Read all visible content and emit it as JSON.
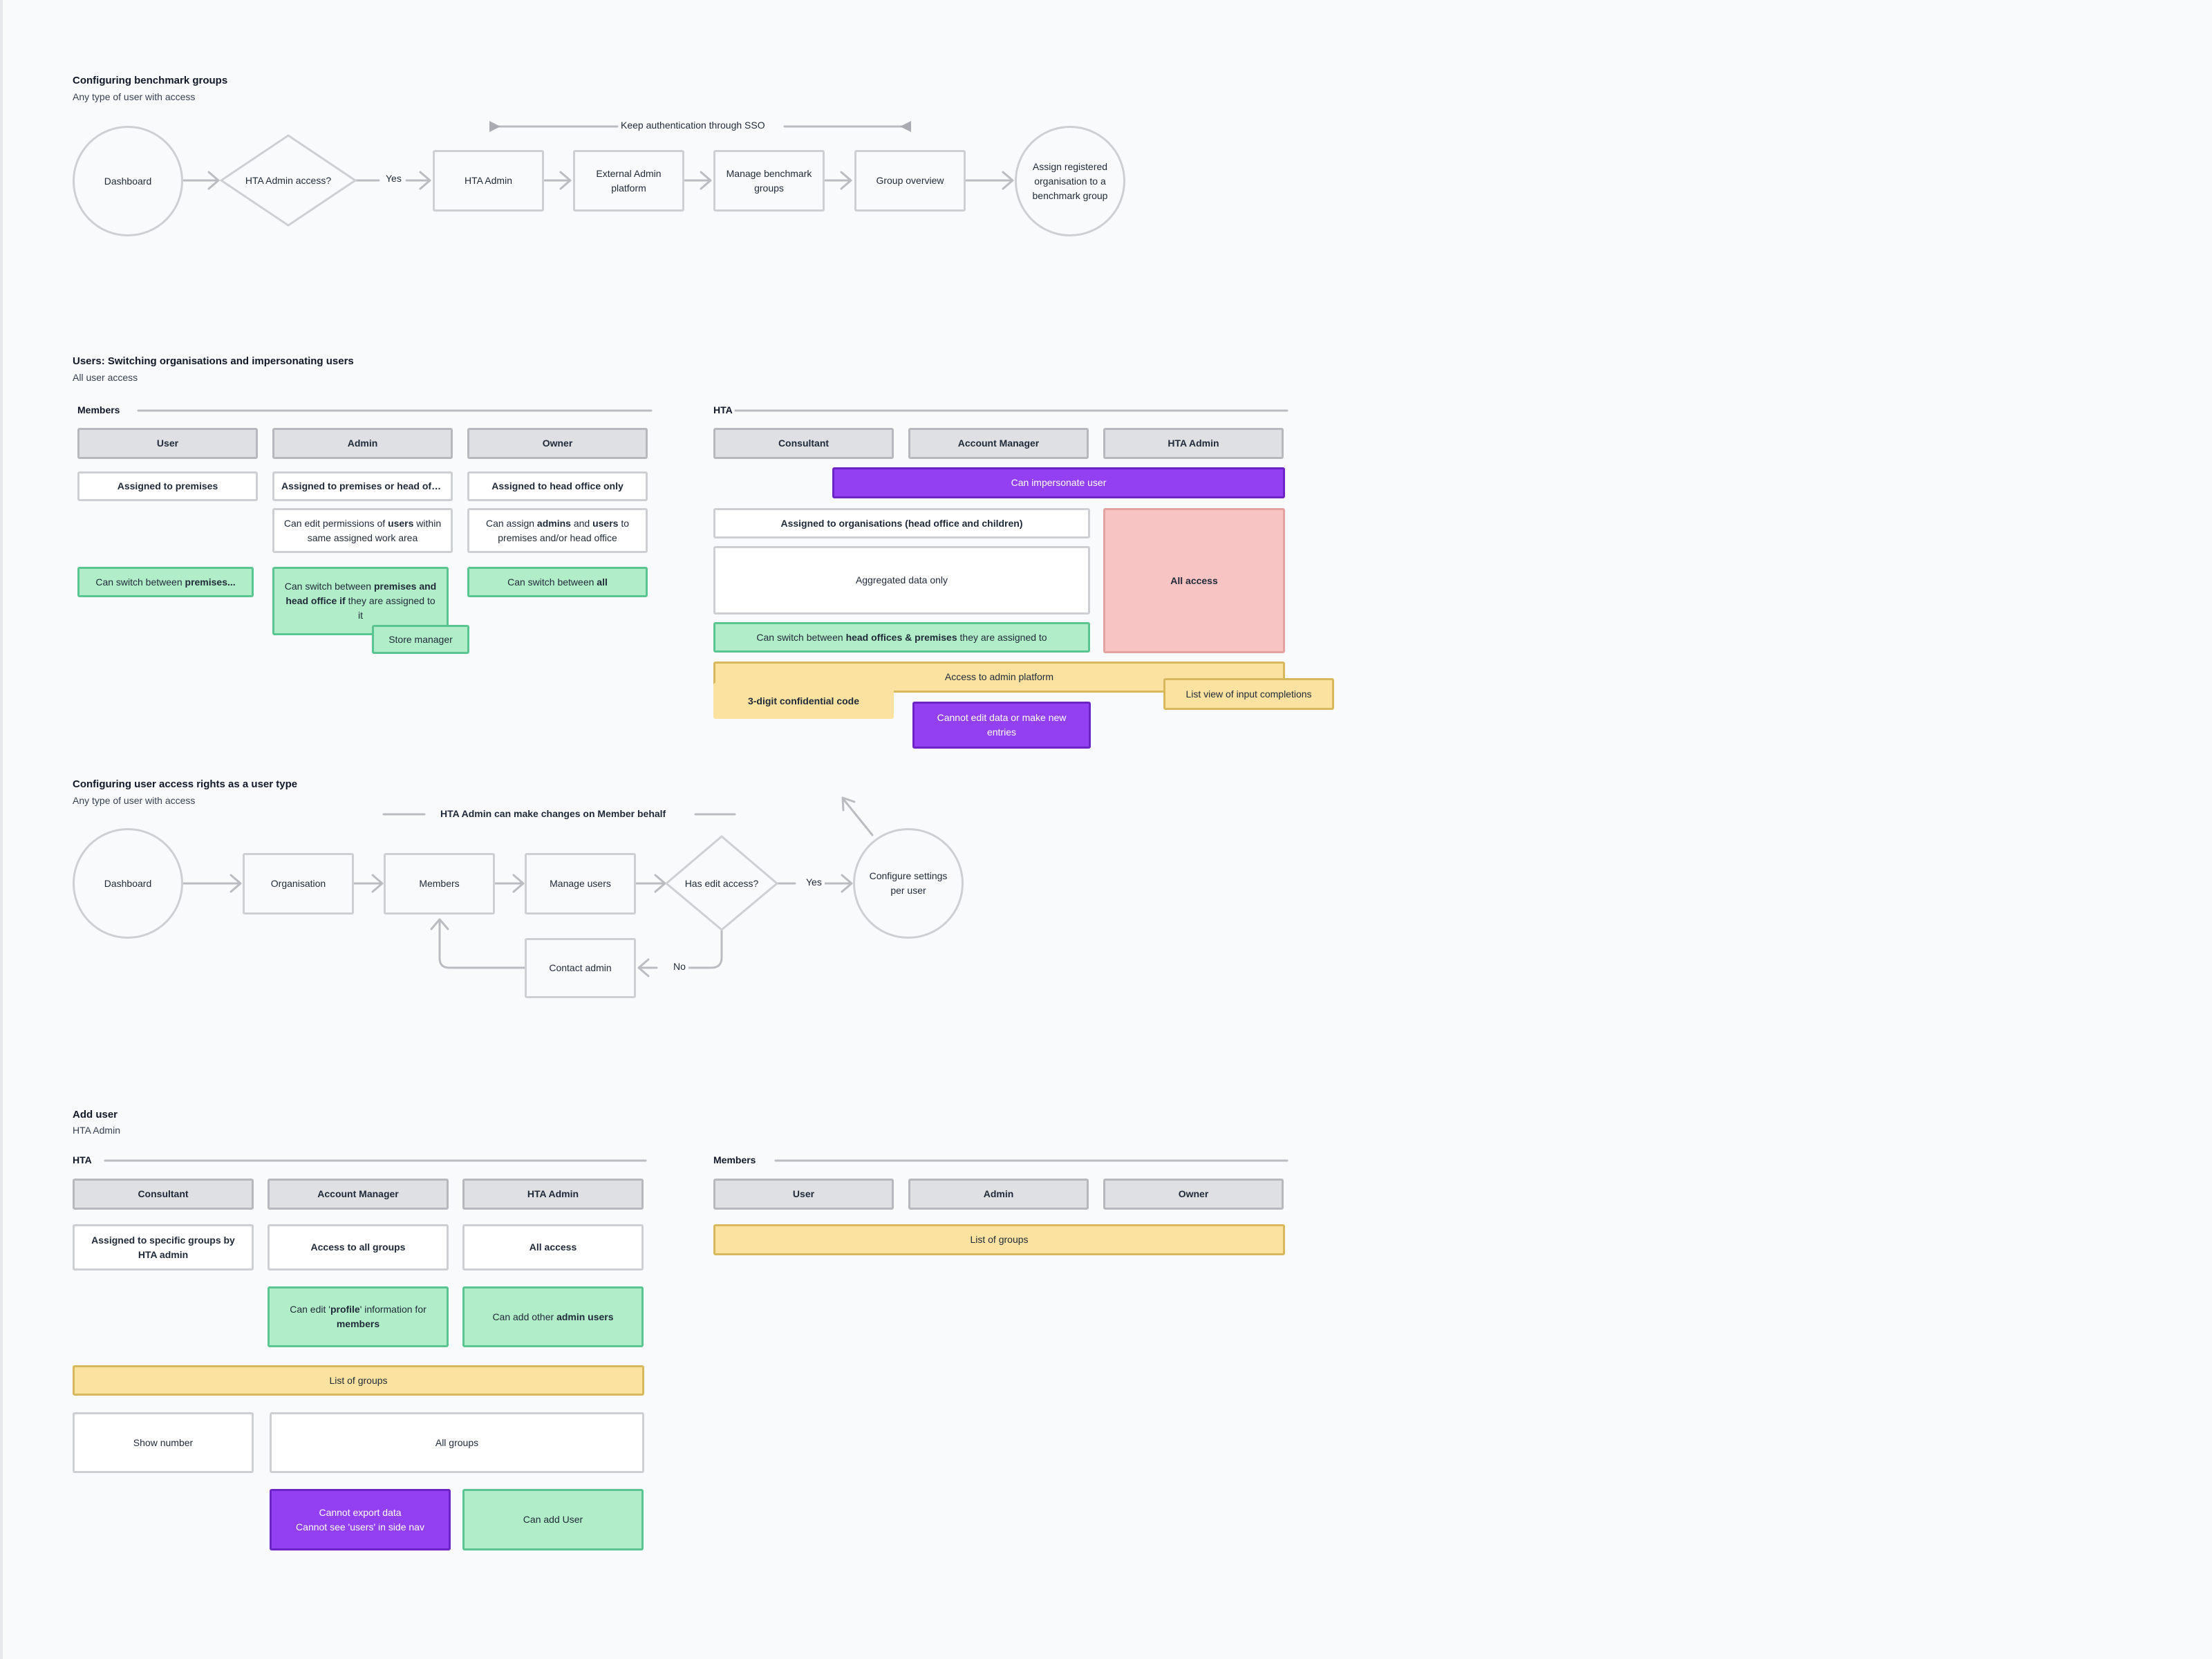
{
  "flow1": {
    "title": "Configuring benchmark groups",
    "subtitle": "Any type of user with access",
    "dashboard": "Dashboard",
    "decision": "HTA Admin access?",
    "yes": "Yes",
    "hta_admin": "HTA Admin",
    "external": "External Admin platform",
    "manage": "Manage benchmark groups",
    "overview": "Group overview",
    "assign": "Assign registered organisation to a benchmark group",
    "sso": "Keep authentication through SSO"
  },
  "users": {
    "title": "Users: Switching organisations and impersonating users",
    "subtitle": "All user access",
    "members_heading": "Members",
    "hta_heading": "HTA",
    "cols_members": [
      "User",
      "Admin",
      "Owner"
    ],
    "cols_hta": [
      "Consultant",
      "Account Manager",
      "HTA Admin"
    ],
    "user_assigned": "Assigned to premises",
    "admin_assigned": "Assigned to premises or head offi...",
    "owner_assigned": "Assigned to head office only",
    "admin_edit": {
      "a": "Can edit permissions of ",
      "b": "users",
      "c": " within same assigned work area"
    },
    "owner_assign": {
      "a": "Can assign ",
      "b": "admins",
      "c": " and ",
      "d": "users",
      "e": " to premises and/or head office"
    },
    "user_switch": {
      "a": "Can switch between ",
      "b": "premises..."
    },
    "admin_switch": {
      "a": "Can switch between ",
      "b": "premises and head office if",
      "c": " they are assigned to it"
    },
    "store_manager": "Store manager",
    "owner_switch": {
      "a": "Can switch between ",
      "b": "all"
    },
    "impersonate": "Can impersonate user",
    "hta_assigned": "Assigned to organisations (head office and children)",
    "aggregated": "Aggregated data only",
    "all_access": "All access",
    "hta_switch": {
      "a": "Can switch between ",
      "b": "head offices & premises",
      "c": " they are assigned to"
    },
    "admin_platform": "Access to admin platform",
    "code": "3-digit confidential code",
    "list_view": "List view of input completions",
    "cannot_edit": "Cannot edit data or make new entries"
  },
  "flow2": {
    "title": "Configuring user access rights as a user type",
    "subtitle": "Any type of user with access",
    "banner": "HTA Admin can make changes on Member behalf",
    "dashboard": "Dashboard",
    "organisation": "Organisation",
    "members": "Members",
    "manage_users": "Manage users",
    "decision": "Has edit access?",
    "yes": "Yes",
    "no": "No",
    "configure": "Configure settings per user",
    "contact": "Contact admin"
  },
  "add_user": {
    "title": "Add user",
    "subtitle": "HTA Admin",
    "hta_heading": "HTA",
    "members_heading": "Members",
    "cols_hta": [
      "Consultant",
      "Account Manager",
      "HTA Admin"
    ],
    "cols_members": [
      "User",
      "Admin",
      "Owner"
    ],
    "consultant_assigned": "Assigned to specific groups by HTA admin",
    "am_access": "Access to all groups",
    "admin_access": "All access",
    "edit_profile": {
      "a": "Can edit '",
      "b": "profile",
      "c": "' information for ",
      "d": "members"
    },
    "add_admins": {
      "a": "Can add other ",
      "b": "admin users"
    },
    "list_groups": "List of groups",
    "show_number": "Show number",
    "all_groups": "All groups",
    "cannot_export": "Cannot export data",
    "cannot_see": "Cannot see 'users' in side nav",
    "can_add": "Can add User",
    "members_list": "List of groups"
  },
  "colors": {
    "green": "#b0edc8",
    "yellow": "#fbe2a0",
    "purple": "#9340f2",
    "red": "#f7c3c3",
    "header_grey": "#dfe0e3"
  }
}
